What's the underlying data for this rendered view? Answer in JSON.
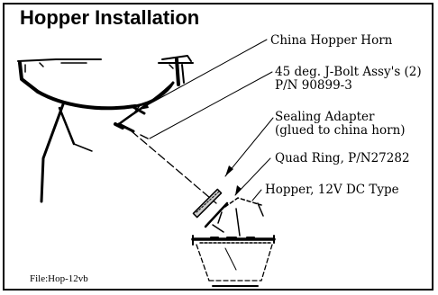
{
  "title": "Hopper Installation",
  "callouts": {
    "horn": "China Hopper Horn",
    "jbolt_line1": "45 deg. J-Bolt Assy's (2)",
    "jbolt_line2": "P/N  90899-3",
    "adapter_line1": "Sealing Adapter",
    "adapter_line2": "(glued to china horn)",
    "quad_ring": "Quad Ring, P/N27282",
    "hopper": "Hopper, 12V DC Type"
  },
  "file_label": "File:Hop-12vb"
}
